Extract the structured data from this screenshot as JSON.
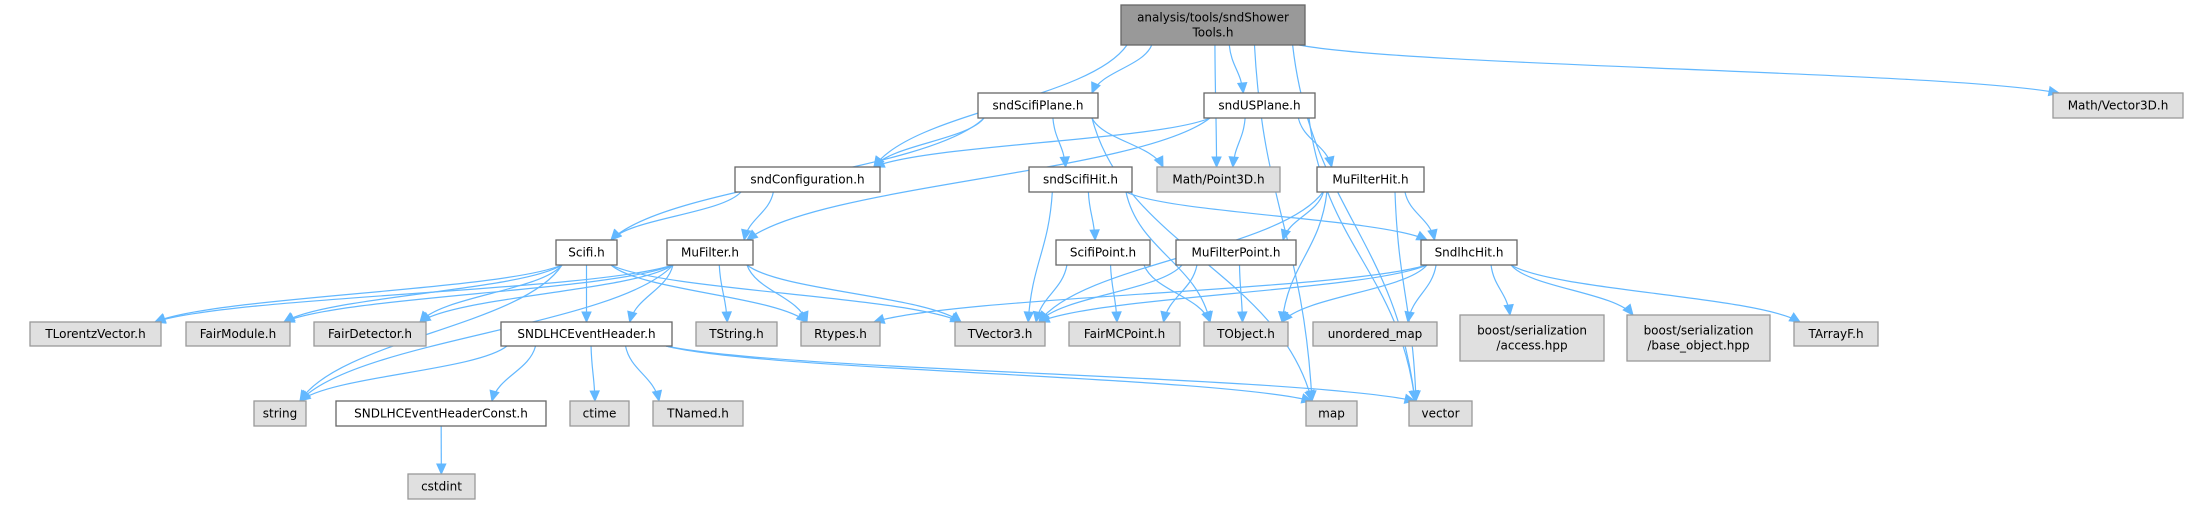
{
  "graph": {
    "title": "Include dependency graph",
    "nodes": [
      {
        "id": "root",
        "label": [
          "analysis/tools/sndShower",
          "Tools.h"
        ],
        "kind": "root"
      },
      {
        "id": "sndScifiPlane",
        "label": [
          "sndScifiPlane.h"
        ],
        "kind": "local"
      },
      {
        "id": "sndUSPlane",
        "label": [
          "sndUSPlane.h"
        ],
        "kind": "local"
      },
      {
        "id": "MathVector3D",
        "label": [
          "Math/Vector3D.h"
        ],
        "kind": "external"
      },
      {
        "id": "sndConfiguration",
        "label": [
          "sndConfiguration.h"
        ],
        "kind": "local"
      },
      {
        "id": "sndScifiHit",
        "label": [
          "sndScifiHit.h"
        ],
        "kind": "local"
      },
      {
        "id": "MathPoint3D",
        "label": [
          "Math/Point3D.h"
        ],
        "kind": "external"
      },
      {
        "id": "MuFilterHit",
        "label": [
          "MuFilterHit.h"
        ],
        "kind": "local"
      },
      {
        "id": "Scifi",
        "label": [
          "Scifi.h"
        ],
        "kind": "local"
      },
      {
        "id": "MuFilter",
        "label": [
          "MuFilter.h"
        ],
        "kind": "local"
      },
      {
        "id": "ScifiPoint",
        "label": [
          "ScifiPoint.h"
        ],
        "kind": "local"
      },
      {
        "id": "MuFilterPoint",
        "label": [
          "MuFilterPoint.h"
        ],
        "kind": "local"
      },
      {
        "id": "SndlhcHit",
        "label": [
          "SndlhcHit.h"
        ],
        "kind": "local"
      },
      {
        "id": "TLorentzVector",
        "label": [
          "TLorentzVector.h"
        ],
        "kind": "external"
      },
      {
        "id": "FairModule",
        "label": [
          "FairModule.h"
        ],
        "kind": "external"
      },
      {
        "id": "FairDetector",
        "label": [
          "FairDetector.h"
        ],
        "kind": "external"
      },
      {
        "id": "SNDLHCEventHeader",
        "label": [
          "SNDLHCEventHeader.h"
        ],
        "kind": "local"
      },
      {
        "id": "TString",
        "label": [
          "TString.h"
        ],
        "kind": "external"
      },
      {
        "id": "Rtypes",
        "label": [
          "Rtypes.h"
        ],
        "kind": "external"
      },
      {
        "id": "TVector3",
        "label": [
          "TVector3.h"
        ],
        "kind": "external"
      },
      {
        "id": "FairMCPoint",
        "label": [
          "FairMCPoint.h"
        ],
        "kind": "external"
      },
      {
        "id": "TObject",
        "label": [
          "TObject.h"
        ],
        "kind": "external"
      },
      {
        "id": "unordered_map",
        "label": [
          "unordered_map"
        ],
        "kind": "external"
      },
      {
        "id": "boost_access",
        "label": [
          "boost/serialization",
          "/access.hpp"
        ],
        "kind": "external"
      },
      {
        "id": "boost_base_object",
        "label": [
          "boost/serialization",
          "/base_object.hpp"
        ],
        "kind": "external"
      },
      {
        "id": "TArrayF",
        "label": [
          "TArrayF.h"
        ],
        "kind": "external"
      },
      {
        "id": "string",
        "label": [
          "string"
        ],
        "kind": "external"
      },
      {
        "id": "SNDLHCEventHeaderConst",
        "label": [
          "SNDLHCEventHeaderConst.h"
        ],
        "kind": "local"
      },
      {
        "id": "ctime",
        "label": [
          "ctime"
        ],
        "kind": "external"
      },
      {
        "id": "TNamed",
        "label": [
          "TNamed.h"
        ],
        "kind": "external"
      },
      {
        "id": "map",
        "label": [
          "map"
        ],
        "kind": "external"
      },
      {
        "id": "vector",
        "label": [
          "vector"
        ],
        "kind": "external"
      },
      {
        "id": "cstdint",
        "label": [
          "cstdint"
        ],
        "kind": "external"
      }
    ],
    "edges": [
      [
        "root",
        "sndScifiPlane"
      ],
      [
        "root",
        "sndUSPlane"
      ],
      [
        "root",
        "MathVector3D"
      ],
      [
        "root",
        "sndConfiguration"
      ],
      [
        "root",
        "MathPoint3D"
      ],
      [
        "root",
        "vector"
      ],
      [
        "root",
        "map"
      ],
      [
        "sndScifiPlane",
        "sndConfiguration"
      ],
      [
        "sndScifiPlane",
        "sndScifiHit"
      ],
      [
        "sndScifiPlane",
        "MathPoint3D"
      ],
      [
        "sndScifiPlane",
        "Scifi"
      ],
      [
        "sndScifiPlane",
        "map"
      ],
      [
        "sndUSPlane",
        "sndConfiguration"
      ],
      [
        "sndUSPlane",
        "MathPoint3D"
      ],
      [
        "sndUSPlane",
        "MuFilterHit"
      ],
      [
        "sndUSPlane",
        "MuFilter"
      ],
      [
        "sndUSPlane",
        "vector"
      ],
      [
        "sndConfiguration",
        "Scifi"
      ],
      [
        "sndConfiguration",
        "MuFilter"
      ],
      [
        "sndScifiHit",
        "ScifiPoint"
      ],
      [
        "sndScifiHit",
        "SndlhcHit"
      ],
      [
        "sndScifiHit",
        "TVector3"
      ],
      [
        "sndScifiHit",
        "TObject"
      ],
      [
        "MuFilterHit",
        "SndlhcHit"
      ],
      [
        "MuFilterHit",
        "MuFilterPoint"
      ],
      [
        "MuFilterHit",
        "TVector3"
      ],
      [
        "MuFilterHit",
        "TObject"
      ],
      [
        "MuFilterHit",
        "vector"
      ],
      [
        "Scifi",
        "TLorentzVector"
      ],
      [
        "Scifi",
        "FairModule"
      ],
      [
        "Scifi",
        "FairDetector"
      ],
      [
        "Scifi",
        "SNDLHCEventHeader"
      ],
      [
        "Scifi",
        "Rtypes"
      ],
      [
        "Scifi",
        "TVector3"
      ],
      [
        "Scifi",
        "string"
      ],
      [
        "MuFilter",
        "TLorentzVector"
      ],
      [
        "MuFilter",
        "FairModule"
      ],
      [
        "MuFilter",
        "FairDetector"
      ],
      [
        "MuFilter",
        "SNDLHCEventHeader"
      ],
      [
        "MuFilter",
        "TString"
      ],
      [
        "MuFilter",
        "Rtypes"
      ],
      [
        "MuFilter",
        "TVector3"
      ],
      [
        "MuFilter",
        "string"
      ],
      [
        "ScifiPoint",
        "TVector3"
      ],
      [
        "ScifiPoint",
        "FairMCPoint"
      ],
      [
        "ScifiPoint",
        "TObject"
      ],
      [
        "MuFilterPoint",
        "TVector3"
      ],
      [
        "MuFilterPoint",
        "FairMCPoint"
      ],
      [
        "MuFilterPoint",
        "TObject"
      ],
      [
        "SndlhcHit",
        "Rtypes"
      ],
      [
        "SndlhcHit",
        "TVector3"
      ],
      [
        "SndlhcHit",
        "TObject"
      ],
      [
        "SndlhcHit",
        "unordered_map"
      ],
      [
        "SndlhcHit",
        "boost_access"
      ],
      [
        "SndlhcHit",
        "boost_base_object"
      ],
      [
        "SndlhcHit",
        "TArrayF"
      ],
      [
        "SNDLHCEventHeader",
        "string"
      ],
      [
        "SNDLHCEventHeader",
        "SNDLHCEventHeaderConst"
      ],
      [
        "SNDLHCEventHeader",
        "ctime"
      ],
      [
        "SNDLHCEventHeader",
        "TNamed"
      ],
      [
        "SNDLHCEventHeader",
        "map"
      ],
      [
        "SNDLHCEventHeader",
        "vector"
      ],
      [
        "SNDLHCEventHeaderConst",
        "cstdint"
      ]
    ]
  },
  "colors": {
    "edge": "#63b8ff",
    "root_fill": "#999999",
    "root_border": "#666666",
    "local_fill": "#ffffff",
    "local_border": "#666666",
    "external_fill": "#e0e0e0",
    "external_border": "#999999"
  }
}
